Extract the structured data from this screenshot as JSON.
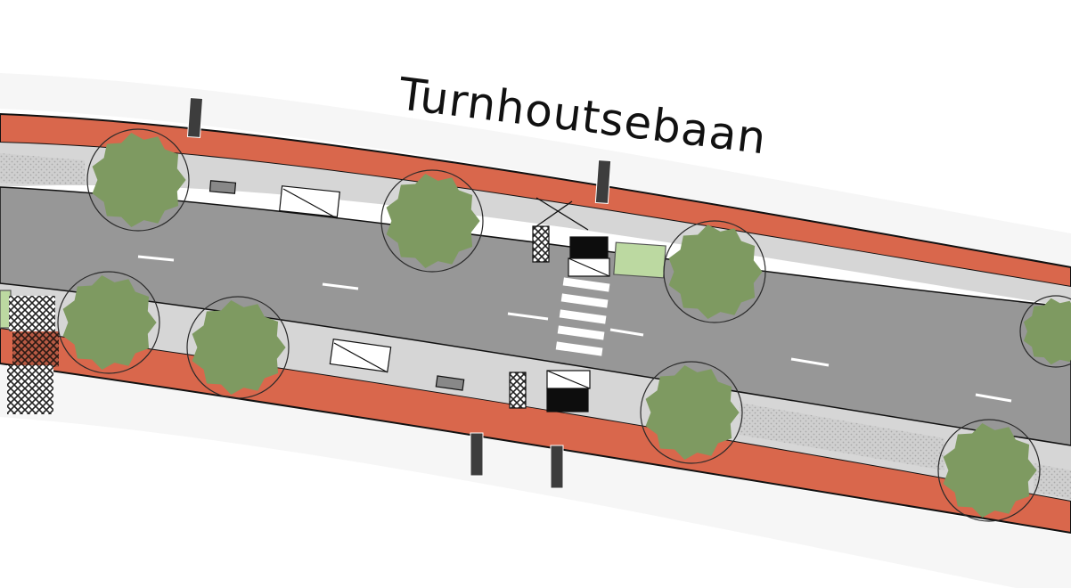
{
  "map": {
    "street_name": "Turnhoutsebaan",
    "colors": {
      "background": "#ffffff",
      "sidewalk": "#f6f6f6",
      "bike_lane": "#d9674c",
      "road": "#979797",
      "median": "#d6d6d6",
      "paving": "#c8c8c8",
      "tree_canopy": "#7e9a61",
      "tree_outline": "#2a2a2a",
      "lane_marking": "#ffffff",
      "green_strip": "#bcd9a1",
      "bollard": "#3d3d3d",
      "outline": "#111111"
    },
    "icons": [
      "tree-icon",
      "bollard-icon",
      "zebra-crossing",
      "lane-marking"
    ]
  }
}
